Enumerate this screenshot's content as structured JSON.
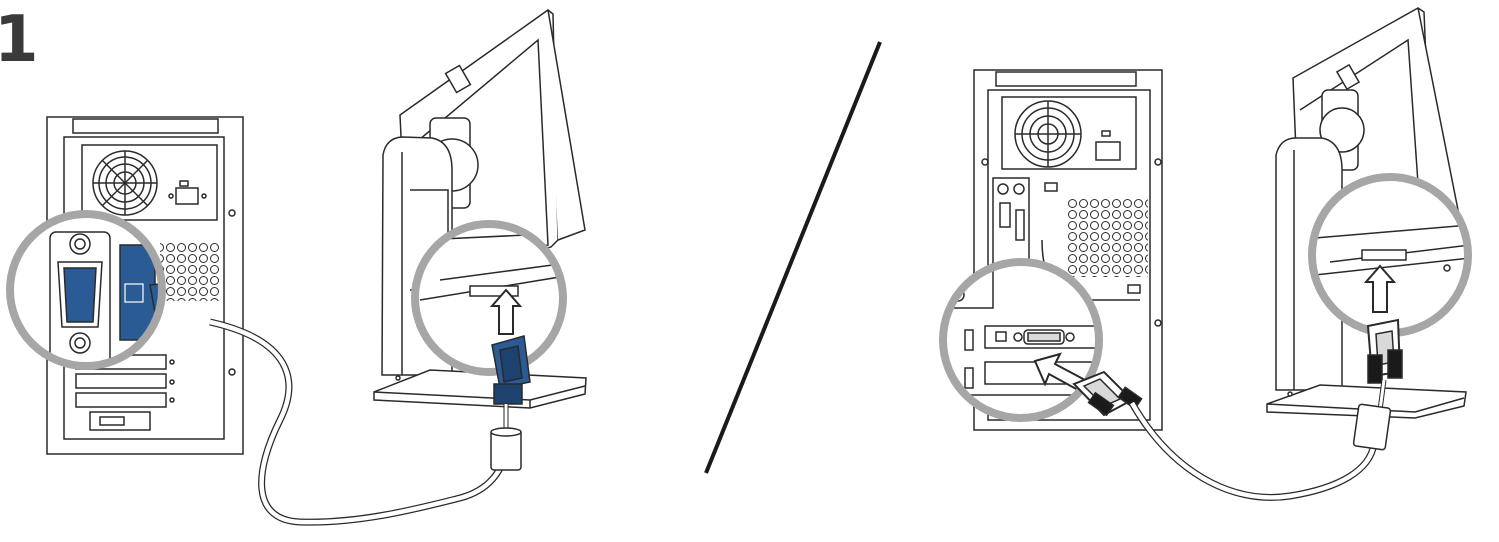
{
  "step": {
    "number": "1"
  },
  "colors": {
    "line": "#2a2a2a",
    "magnifier_ring": "#a6a6a6",
    "connector_blue": "#2b5b95",
    "connector_blue_dark": "#1d426f",
    "light_gray": "#d9d9d9",
    "divider": "#1a1a1a"
  },
  "panels": [
    {
      "name": "vga-connection",
      "connector": "VGA",
      "cable_color": "blue"
    },
    {
      "name": "dvi-connection",
      "connector": "DVI",
      "cable_color": "gray"
    }
  ]
}
